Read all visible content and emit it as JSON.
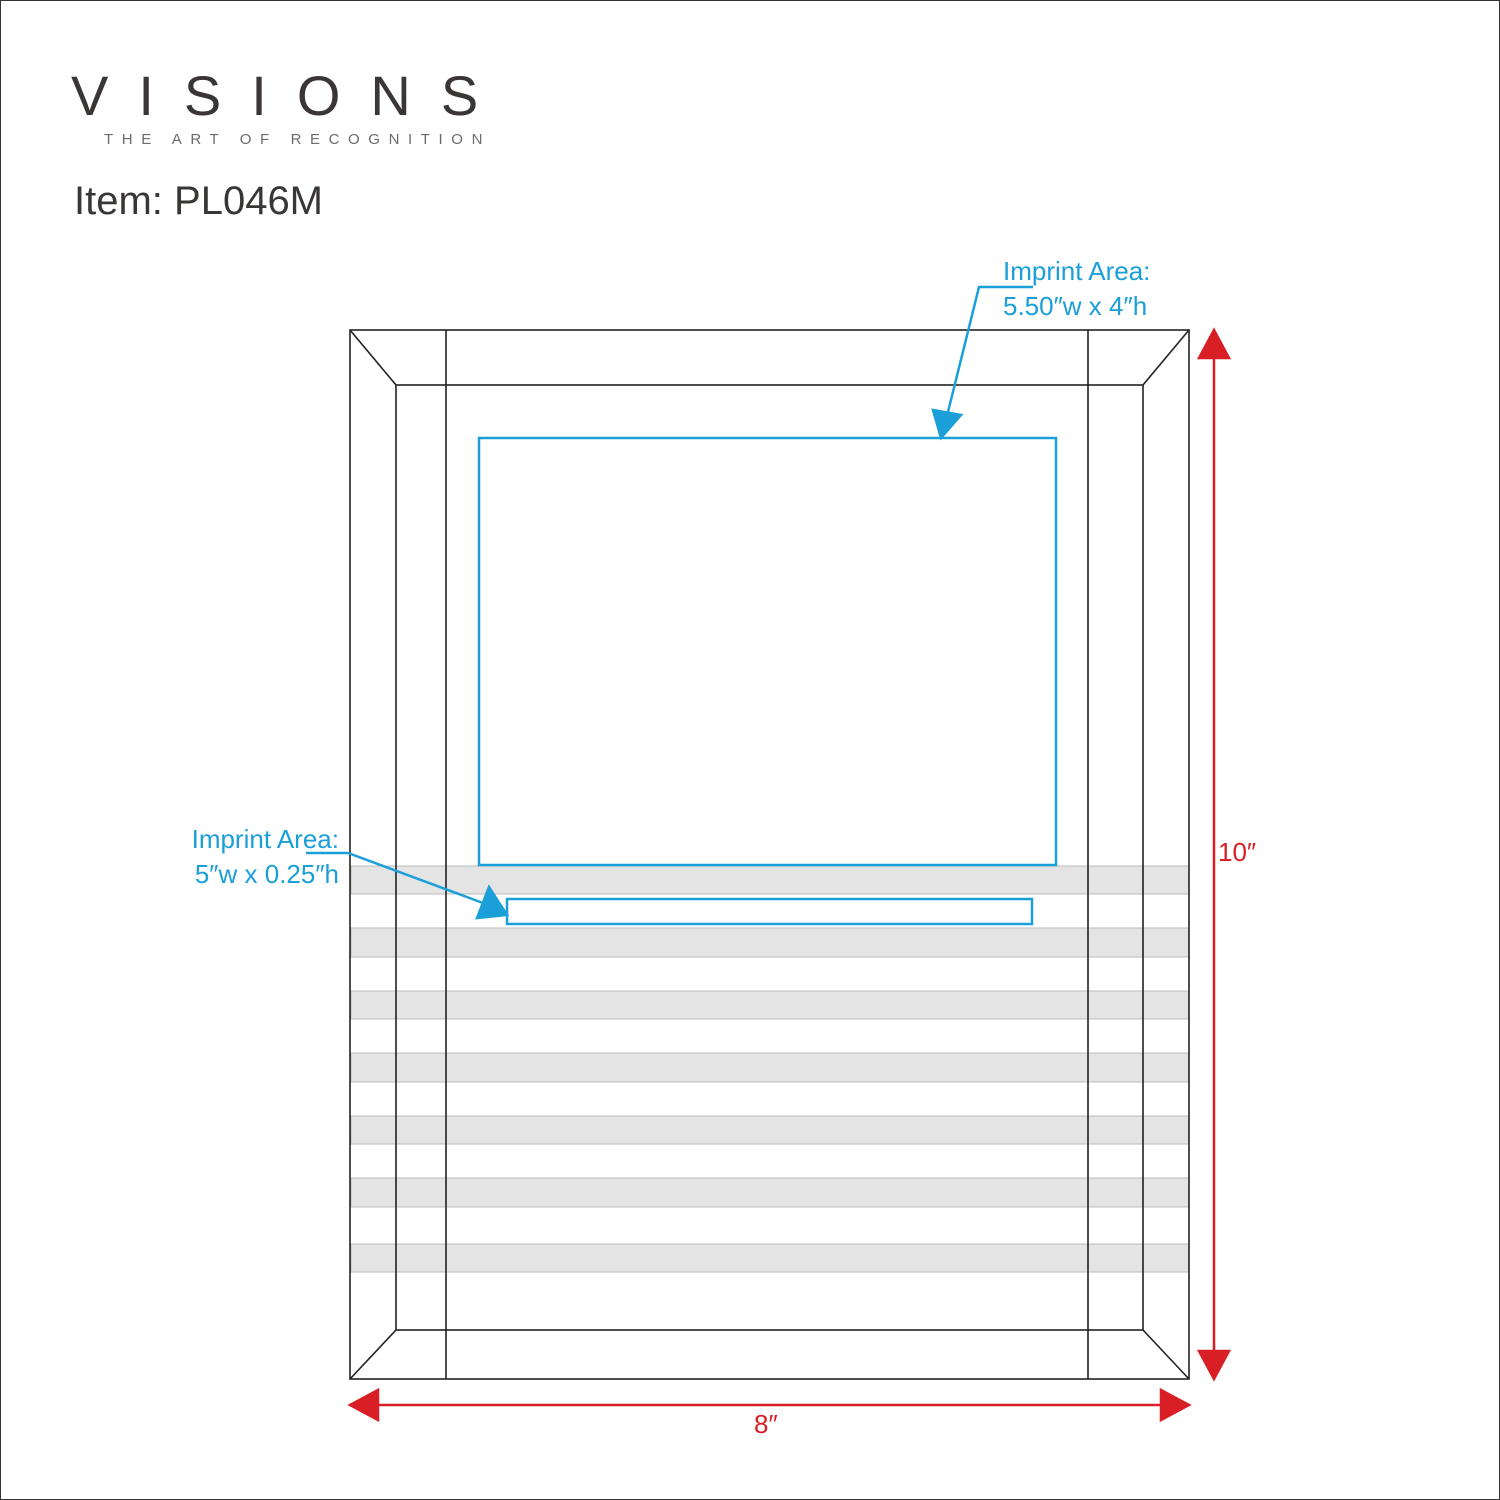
{
  "brand": {
    "logo": "VISIONS",
    "tagline": "THE ART OF RECOGNITION"
  },
  "item_label": "Item: PL046M",
  "imprint_areas": [
    {
      "title": "Imprint Area:",
      "size": "5.50″w x 4″h"
    },
    {
      "title": "Imprint Area:",
      "size": "5″w x 0.25″h"
    }
  ],
  "dimensions": {
    "height": "10″",
    "width": "8″"
  },
  "colors": {
    "imprint": "#1a9fd9",
    "dimension": "#d81f26",
    "outline": "#222222",
    "band": "#e4e4e4"
  }
}
